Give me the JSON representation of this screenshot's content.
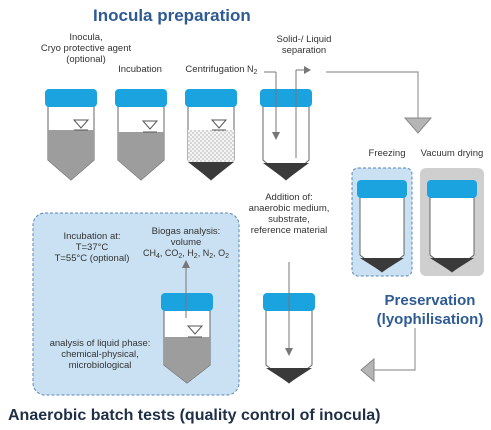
{
  "header": {
    "title": "Inocula preparation"
  },
  "steps": {
    "inocula": {
      "label": "Inocula,\nCryo protective agent\n(optional)"
    },
    "incubation": {
      "label": "Incubation"
    },
    "centrifugation": {
      "label": "Centrifugation"
    },
    "separation": {
      "label": "Solid-/ Liquid\nseparation",
      "gas": "N",
      "gas_sub": "2"
    }
  },
  "preservation": {
    "freezing": "Freezing",
    "vacuum": "Vacuum drying",
    "title_line1": "Preservation",
    "title_line2": "(lyophilisation)"
  },
  "addition": {
    "label": "Addition of:\nanaerobic medium,\nsubstrate,\nreference material"
  },
  "test_box": {
    "incubation_title": "Incubation at:",
    "temp1": "T=37°C",
    "temp2": "T=55°C (optional)",
    "biogas_title": "Biogas analysis:",
    "biogas_volume": "volume",
    "gases": [
      "CH",
      "4",
      ", CO",
      "2",
      ", H",
      "2",
      ", N",
      "2",
      ", O",
      "2"
    ],
    "liquid": "analysis of liquid phase:\nchemical-physical,\nmicrobiological"
  },
  "footer": {
    "title": "Anaerobic batch tests (quality control of inocula)"
  },
  "colors": {
    "cap": "#1aa3df",
    "tube_fill": "#9d9d9d",
    "tip_dark": "#3a3a3a",
    "box_blue": "#c9e1f2",
    "box_gray": "#cfcfcf",
    "arrow": "#8a8a8a"
  }
}
